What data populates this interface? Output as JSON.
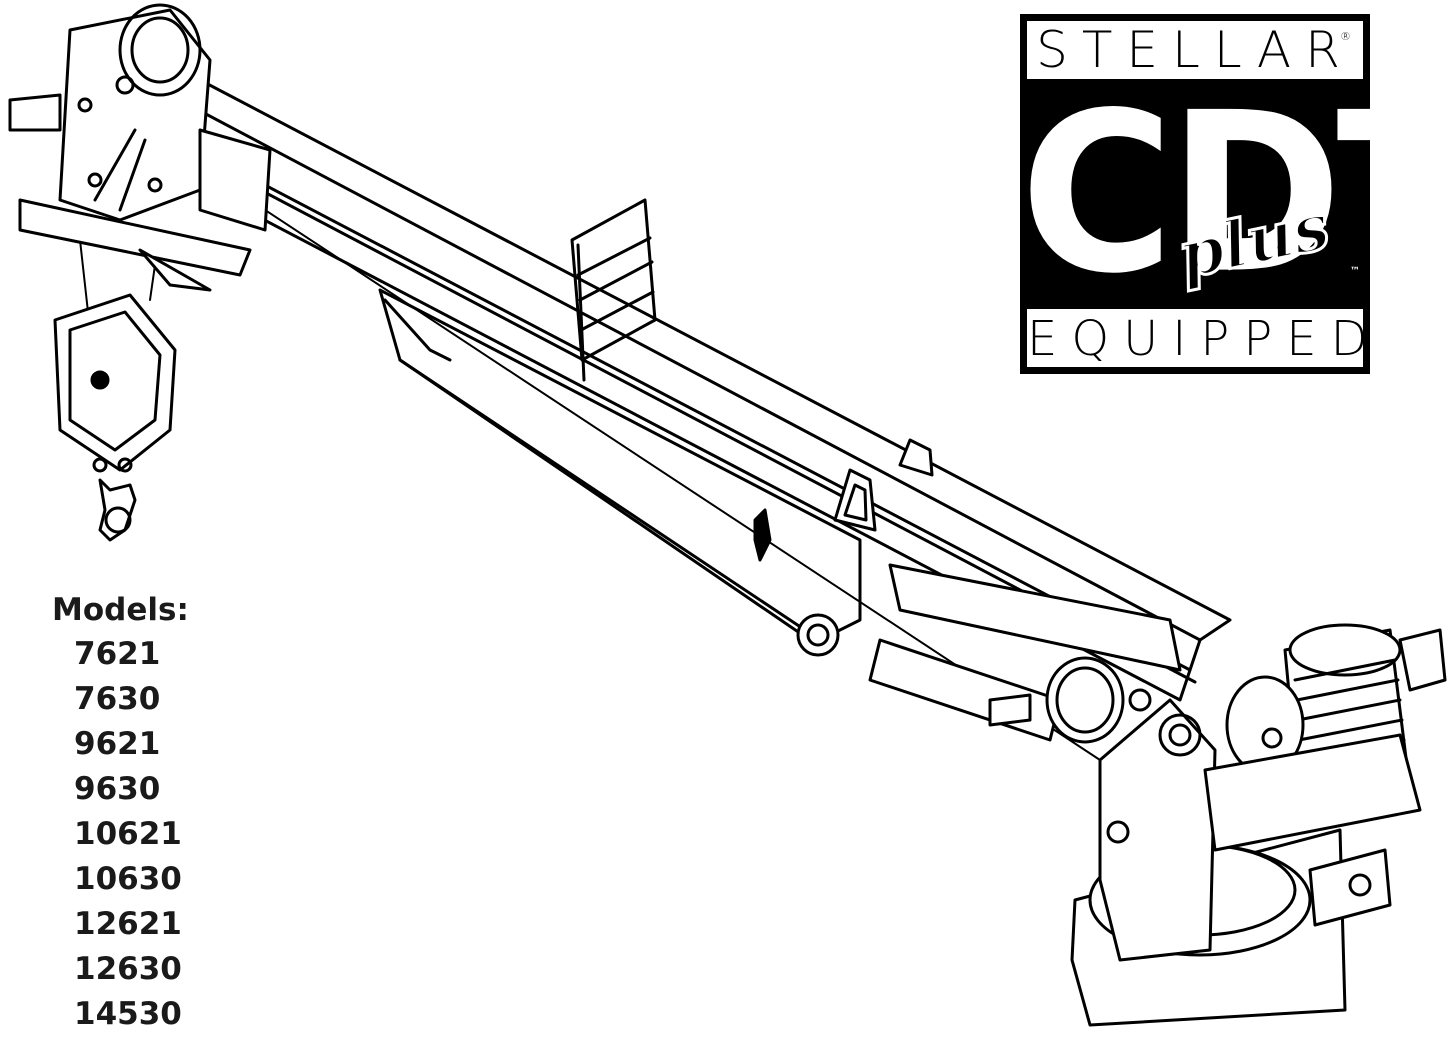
{
  "logo": {
    "top_word": "STELLAR",
    "registered": "®",
    "big_word": "CDT",
    "script_word": "plus",
    "trademark": "™",
    "bottom_word": "EQUIPPED"
  },
  "models": {
    "title": "Models:",
    "list": [
      "7621",
      "7630",
      "9621",
      "9630",
      "10621",
      "10630",
      "12621",
      "12630",
      "14530"
    ]
  }
}
